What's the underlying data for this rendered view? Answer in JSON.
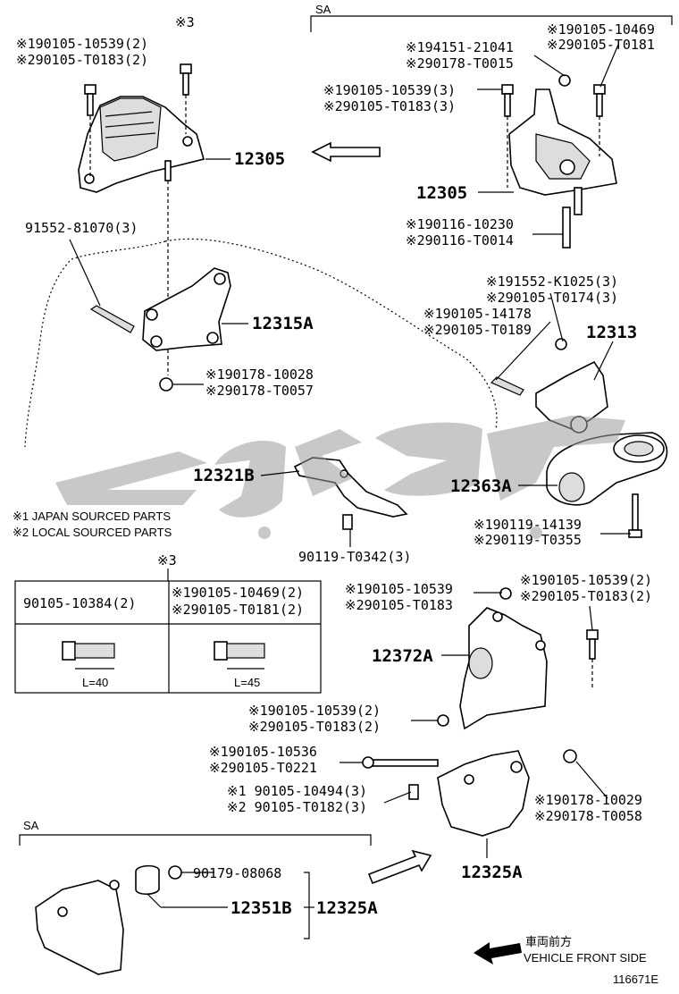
{
  "diagram_id": "116671E",
  "legend": {
    "note1": "※1 JAPAN SOURCED PARTS",
    "note2": "※2 LOCAL SOURCED PARTS",
    "ref_mark": "※3"
  },
  "sa_labels": {
    "top": "SA",
    "bottom": "SA"
  },
  "table": {
    "col1_part": "90105-10384(2)",
    "col2_part1": "※190105-10469(2)",
    "col2_part2": "※290105-T0181(2)",
    "col1_len": "L=40",
    "col2_len": "L=45"
  },
  "labels": {
    "tl_1": "※190105-10539(2)",
    "tl_2": "※290105-T0183(2)",
    "tl_ref": "※3",
    "p12305_left": "12305",
    "p91552": "91552-81070(3)",
    "p12315A": "12315A",
    "p90178a_1": "※190178-10028",
    "p90178a_2": "※290178-T0057",
    "sa_r1_1": "※190105-10469",
    "sa_r1_2": "※290105-T0181",
    "sa_r2_1": "※194151-21041",
    "sa_r2_2": "※290178-T0015",
    "sa_r3_1": "※190105-10539(3)",
    "sa_r3_2": "※290105-T0183(3)",
    "p12305_right": "12305",
    "sa_r4_1": "※190116-10230",
    "sa_r4_2": "※290116-T0014",
    "p91552k_1": "※191552-K1025(3)",
    "p91552k_2": "※290105-T0174(3)",
    "p90105_14178_1": "※190105-14178",
    "p90105_14178_2": "※290105-T0189",
    "p12313": "12313",
    "p12321B": "12321B",
    "p12363A": "12363A",
    "p90119a_1": "※190119-14139",
    "p90119a_2": "※290119-T0355",
    "p90119b": "90119-T0342(3)",
    "mid_ref": "※3",
    "m1_1": "※190105-10539",
    "m1_2": "※290105-T0183",
    "m2_1": "※190105-10539(2)",
    "m2_2": "※290105-T0183(2)",
    "p12372A": "12372A",
    "m3_1": "※190105-10539(2)",
    "m3_2": "※290105-T0183(2)",
    "m4_1": "※190105-10536",
    "m4_2": "※290105-T0221",
    "m5_1": "※1 90105-10494(3)",
    "m5_2": "※2 90105-T0182(3)",
    "m6_1": "※190178-10029",
    "m6_2": "※290178-T0058",
    "p12325A_right": "12325A",
    "p90179": "90179-08068",
    "p12351B": "12351B",
    "p12325A_bottom": "12325A",
    "front_jp": "車両前方",
    "front_en": "VEHICLE FRONT SIDE"
  },
  "watermark": "دیجی یدک"
}
